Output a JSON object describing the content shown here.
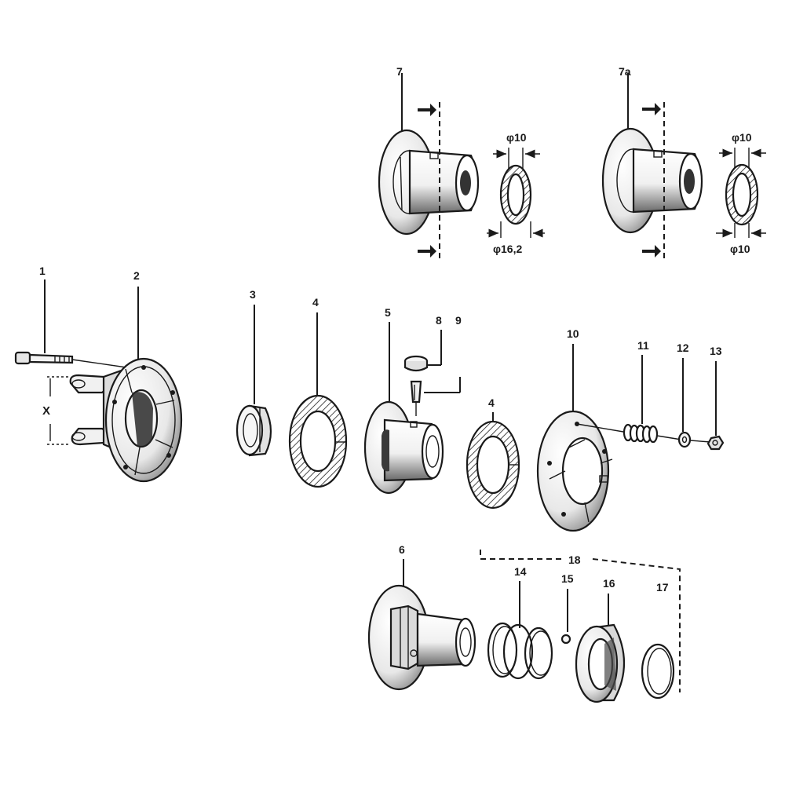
{
  "labels": {
    "p1": "1",
    "p2": "2",
    "p3": "3",
    "p4a": "4",
    "p4b": "4",
    "p5": "5",
    "p6": "6",
    "p7": "7",
    "p7a": "7a",
    "p8": "8",
    "p9": "9",
    "p10": "10",
    "p11": "11",
    "p12": "12",
    "p13": "13",
    "p14": "14",
    "p15": "15",
    "p16": "16",
    "p17": "17",
    "p18": "18",
    "x": "X"
  },
  "dimensions": {
    "d7_top": "φ10",
    "d7_bottom": "φ16,2",
    "d7a_top": "φ10",
    "d7a_bottom": "φ10"
  }
}
